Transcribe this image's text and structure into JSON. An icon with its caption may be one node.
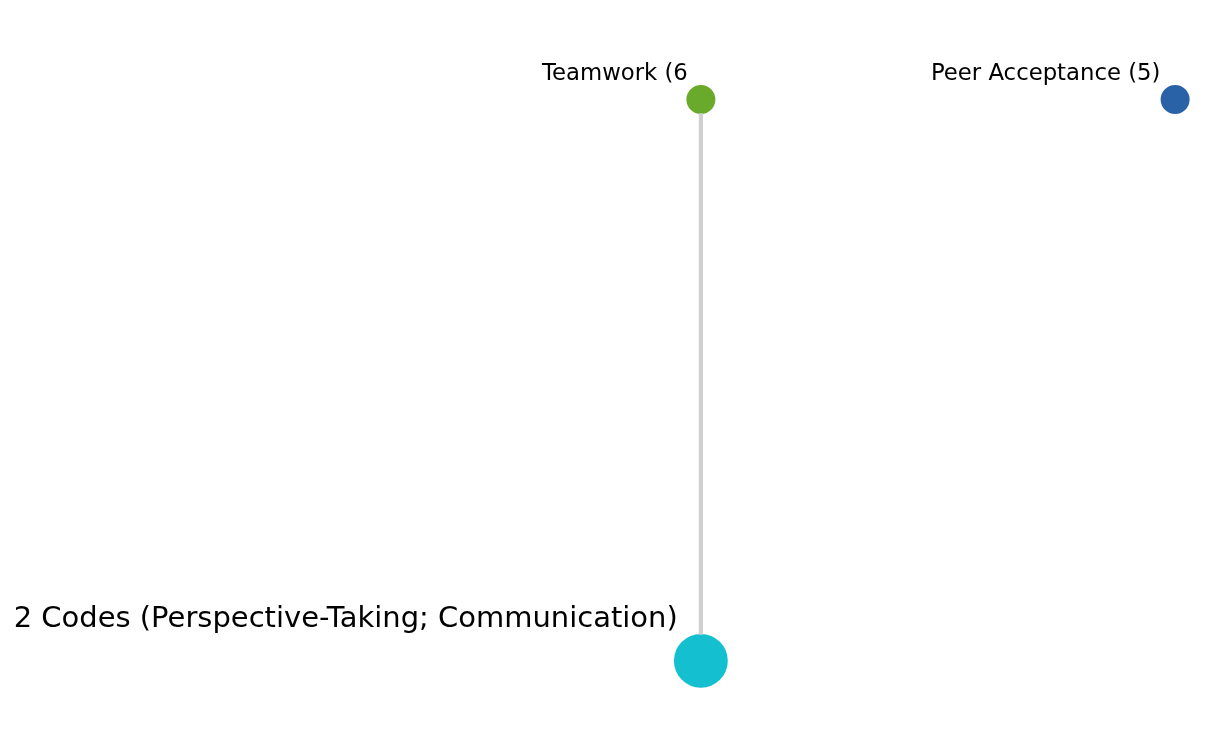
{
  "diagram": {
    "nodes": [
      {
        "text": [
          "Teamwork (6"
        ]
      },
      {
        "text": [
          "Peer Acceptance (5)"
        ]
      },
      {
        "text": [
          "2 Codes (Perspective-Taking; Communication)"
        ]
      }
    ],
    "edges": [
      {
        "from": 0,
        "to": 2,
        "arrow": "none"
      }
    ]
  }
}
